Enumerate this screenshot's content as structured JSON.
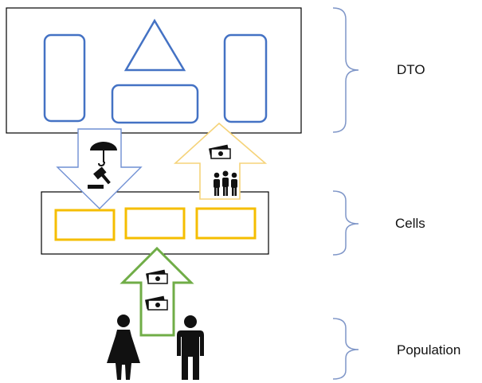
{
  "labels": {
    "dto": "DTO",
    "cells": "Cells",
    "population": "Population"
  },
  "colors": {
    "box_outline": "#000000",
    "shape_blue": "#4472c4",
    "cell_gold": "#f5be00",
    "arrow_down_outline": "#6f8fd3",
    "arrow_up_outline": "#f5d37a",
    "arrow_green": "#70ad47",
    "brace": "#7f96c8",
    "icon": "#111111"
  },
  "icons": [
    "umbrella-icon",
    "gavel-icon",
    "money-icon",
    "people-group-icon",
    "woman-icon",
    "man-icon"
  ]
}
